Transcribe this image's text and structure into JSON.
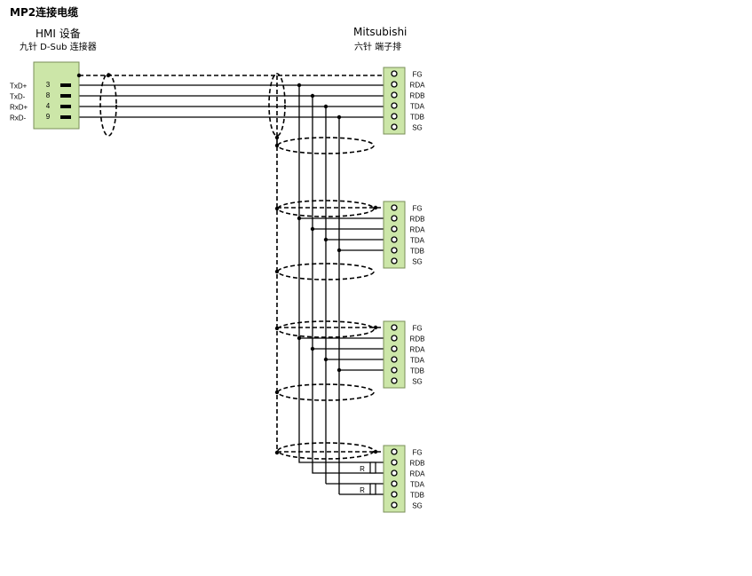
{
  "title": "MP2连接电缆",
  "hmi": {
    "title": "HMI 设备",
    "subtitle": "九针 D-Sub 连接器",
    "signals": [
      {
        "name": "TxD+",
        "pin": "3"
      },
      {
        "name": "TxD-",
        "pin": "8"
      },
      {
        "name": "RxD+",
        "pin": "4"
      },
      {
        "name": "RxD-",
        "pin": "9"
      }
    ]
  },
  "plc": {
    "title": "Mitsubishi",
    "subtitle": "六针 端子排"
  },
  "terminals": [
    {
      "labels": [
        "FG",
        "RDA",
        "RDB",
        "TDA",
        "TDB",
        "SG"
      ]
    },
    {
      "labels": [
        "FG",
        "RDB",
        "RDA",
        "TDA",
        "TDB",
        "SG"
      ]
    },
    {
      "labels": [
        "FG",
        "RDB",
        "RDA",
        "TDA",
        "TDB",
        "SG"
      ]
    },
    {
      "labels": [
        "FG",
        "RDB",
        "RDA",
        "TDA",
        "TDB",
        "SG"
      ]
    }
  ],
  "resistor_label": "R",
  "colors": {
    "connector_fill": "#cce6a8",
    "line": "#000000"
  }
}
